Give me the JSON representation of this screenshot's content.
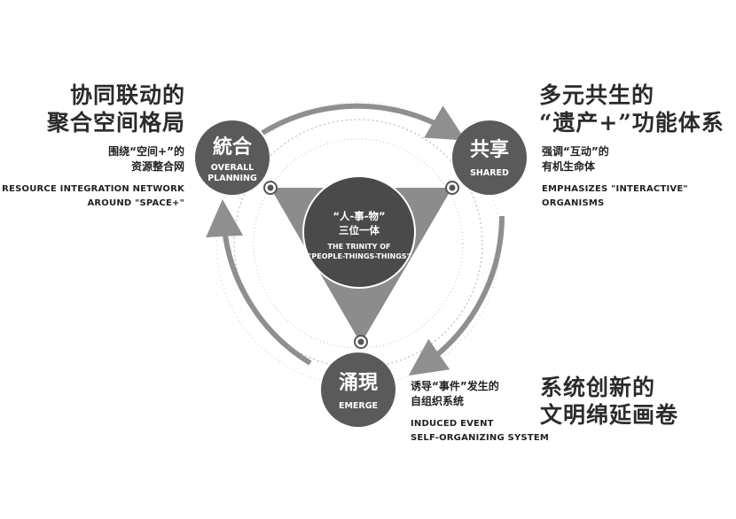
{
  "nodes": {
    "top_left": {
      "cn": "統合",
      "en_line1": "OVERALL",
      "en_line2": "PLANNING"
    },
    "top_right": {
      "cn": "共享",
      "en": "SHARED"
    },
    "bottom": {
      "cn": "涌現",
      "en": "EMERGE"
    }
  },
  "center": {
    "cn_line1": "“人-事-物”",
    "cn_line2": "三位一体",
    "en_line1": "THE TRINITY OF",
    "en_line2": "\"PEOPLE-THINGS-THINGS\""
  },
  "top_left_text": {
    "heading_line1": "协同联动的",
    "heading_line2": "聚合空间格局",
    "cn_line1": "围绕“空间+”的",
    "cn_line2": "资源整合网",
    "en_line1": "RESOURCE INTEGRATION NETWORK",
    "en_line2": "AROUND \"SPACE+\""
  },
  "top_right_text": {
    "heading_line1": "多元共生的",
    "heading_line2": "“遗产+”功能体系",
    "cn_line1": "强调“互动”的",
    "cn_line2": "有机生命体",
    "en_line1": "EMPHASIZES \"INTERACTIVE\"",
    "en_line2": "ORGANISMS"
  },
  "bottom_text": {
    "heading_line1": "系统创新的",
    "heading_line2": "文明绵延画卷",
    "cn_line1": "诱导“事件”发生的",
    "cn_line2": "自组织系统",
    "en_line1": "INDUCED EVENT",
    "en_line2": "SELF-ORGANIZING SYSTEM"
  },
  "colors": {
    "node_fill": "#5a5a5a",
    "center_fill": "#4a4a4a",
    "triangle_fill": "#8c8c8c",
    "arrow": "#8f8f8f",
    "dotted_ring": "#9a9a9a"
  }
}
